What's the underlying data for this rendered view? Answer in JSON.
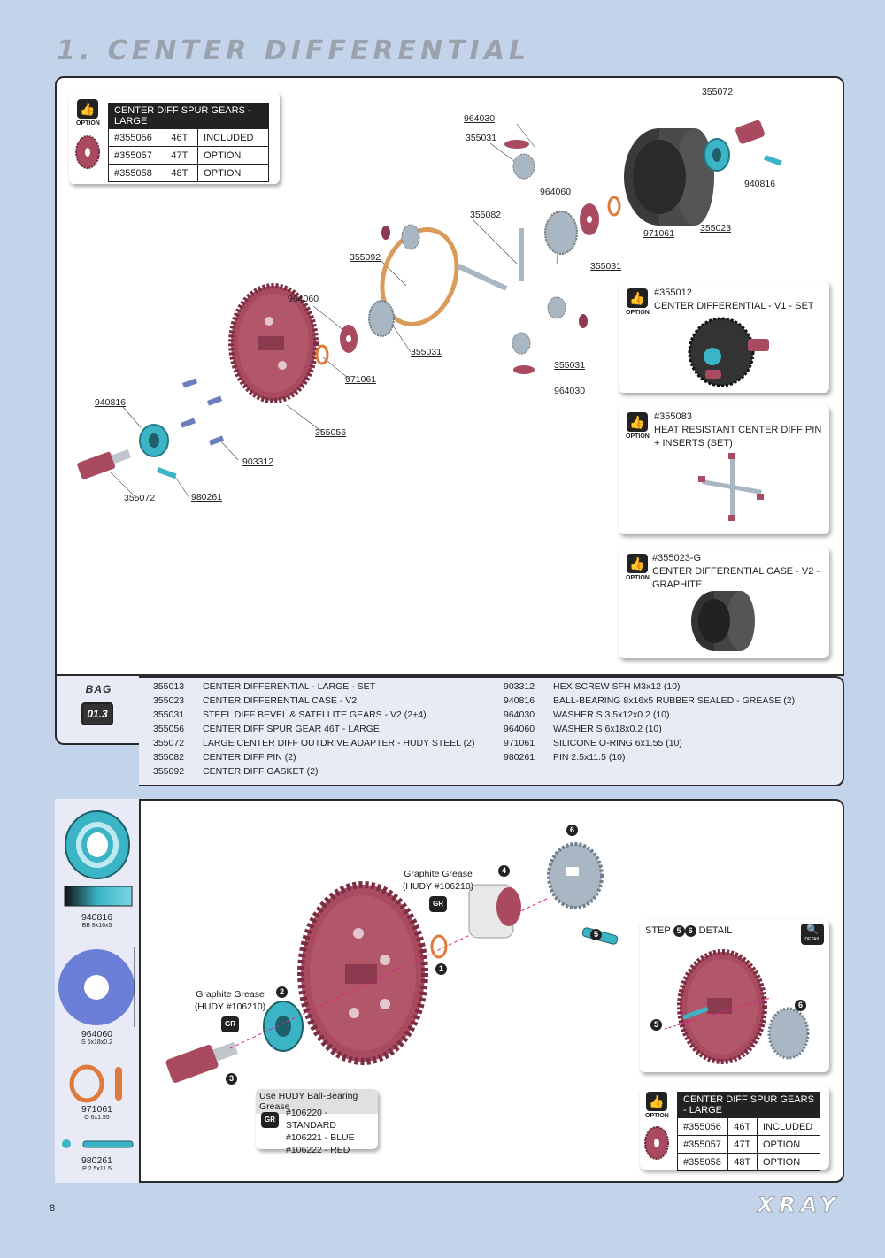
{
  "header": {
    "title": "1. CENTER DIFFERENTIAL"
  },
  "gear_option_table": {
    "option_label": "OPTION",
    "heading": "CENTER DIFF SPUR GEARS - LARGE",
    "rows": [
      [
        "#355056",
        "46T",
        "INCLUDED"
      ],
      [
        "#355057",
        "47T",
        "OPTION"
      ],
      [
        "#355058",
        "48T",
        "OPTION"
      ]
    ]
  },
  "exploded_labels": {
    "l1": "355072",
    "l2": "964030",
    "l3": "355031",
    "l4": "940816",
    "l5": "964060",
    "l6": "355082",
    "l7": "971061",
    "l8": "355023",
    "l9": "355092",
    "l10": "355031",
    "l11": "964060",
    "l12": "355031",
    "l13": "971061",
    "l14": "355031",
    "l15": "964030",
    "l16": "940816",
    "l17": "355056",
    "l18": "903312",
    "l19": "355072",
    "l20": "980261"
  },
  "options": [
    {
      "label": "OPTION",
      "code": "#355012",
      "desc": "CENTER DIFFERENTIAL - V1 - SET"
    },
    {
      "label": "OPTION",
      "code": "#355083",
      "desc": "HEAT RESISTANT CENTER DIFF PIN",
      "desc2": "+ INSERTS (SET)"
    },
    {
      "label": "OPTION",
      "code": "#355023-G",
      "desc": "CENTER DIFFERENTIAL CASE - V2 - GRAPHITE"
    }
  ],
  "bag": {
    "label": "BAG",
    "number": "01.3"
  },
  "parts_left": [
    {
      "code": "355013",
      "name": "CENTER DIFFERENTIAL - LARGE - SET"
    },
    {
      "code": "355023",
      "name": "CENTER DIFFERENTIAL CASE - V2"
    },
    {
      "code": "355031",
      "name": "STEEL DIFF BEVEL & SATELLITE GEARS - V2 (2+4)"
    },
    {
      "code": "355056",
      "name": "CENTER DIFF SPUR GEAR 46T - LARGE"
    },
    {
      "code": "355072",
      "name": "LARGE CENTER DIFF OUTDRIVE ADAPTER - HUDY STEEL (2)"
    },
    {
      "code": "355082",
      "name": "CENTER DIFF PIN (2)"
    },
    {
      "code": "355092",
      "name": "CENTER DIFF GASKET (2)"
    }
  ],
  "parts_right": [
    {
      "code": "903312",
      "name": "HEX SCREW SFH M3x12 (10)"
    },
    {
      "code": "940816",
      "name": "BALL-BEARING 8x16x5 RUBBER SEALED - GREASE (2)"
    },
    {
      "code": "964030",
      "name": "WASHER S 3.5x12x0.2 (10)"
    },
    {
      "code": "964060",
      "name": "WASHER S 6x18x0.2 (10)"
    },
    {
      "code": "971061",
      "name": "SILICONE O-RING 6x1.55 (10)"
    },
    {
      "code": "980261",
      "name": "PIN 2.5x11.5 (10)"
    }
  ],
  "sidebar": [
    {
      "code": "940816",
      "sub": "BB 8x16x5"
    },
    {
      "code": "964060",
      "sub": "S 6x18x0.2"
    },
    {
      "code": "971061",
      "sub": "O 6x1.55"
    },
    {
      "code": "980261",
      "sub": "P 2.5x11.5"
    }
  ],
  "assembly": {
    "grease1": "Graphite Grease",
    "grease1_ref": "(HUDY #106210)",
    "grease2": "Graphite Grease",
    "grease2_ref": "(HUDY #106210)",
    "gr_icon": "GR",
    "bb_grease_title": "Use HUDY Ball-Bearing Grease",
    "bb_grease_items": [
      "#106220 - STANDARD",
      "#106221 - BLUE",
      "#106222 - RED"
    ],
    "step_detail_prefix": "STEP",
    "step_detail_suffix": "DETAIL",
    "detail_icon": "DETAIL",
    "steps": [
      "1",
      "2",
      "3",
      "4",
      "5",
      "6"
    ]
  },
  "footer": {
    "page": "8",
    "brand": "XRAY"
  },
  "colors": {
    "background": "#c3d3ea",
    "gear": "#a94a60",
    "bearing": "#3bb5c6",
    "oring": "#e07a3a",
    "panel_tint": "#e8eaf6"
  }
}
